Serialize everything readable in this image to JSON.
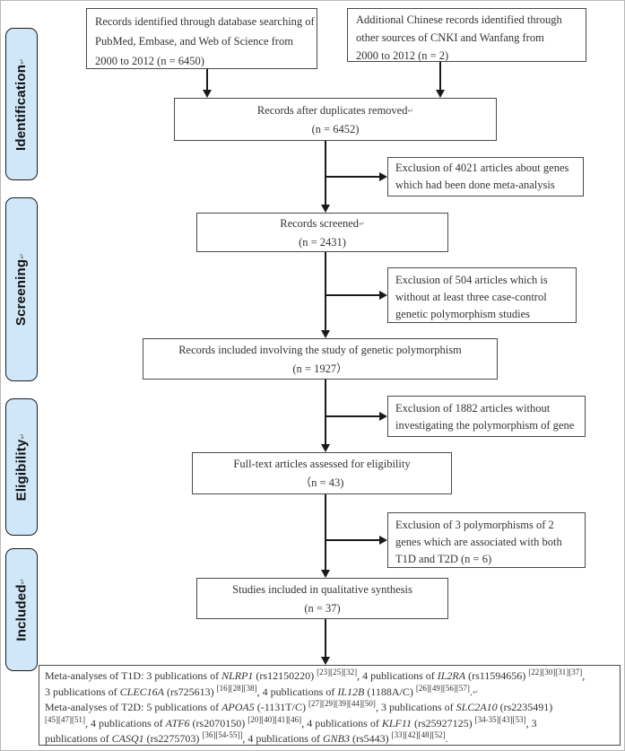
{
  "colors": {
    "stage_fill": "#cfe7f8",
    "stage_border": "#1c1c1c",
    "box_border": "#4a4a4a",
    "arrow": "#1a1a1a",
    "text": "#333333",
    "background": "#ffffff"
  },
  "return_mark": "↵",
  "stages": [
    {
      "label": "Identification"
    },
    {
      "label": "Screening"
    },
    {
      "label": "Eligibility"
    },
    {
      "label": "Included"
    }
  ],
  "boxes": {
    "db_search": {
      "lines": [
        "Records identified through database searching of",
        "PubMed, Embase, and Web of Science from",
        "2000 to 2012 (n = 6450)"
      ]
    },
    "chinese_records": {
      "lines": [
        "Additional Chinese records identified through",
        "other sources of CNKI and Wanfang from",
        "2000 to 2012 (n = 2)"
      ]
    },
    "duplicates_removed": {
      "lines": [
        "Records after duplicates removed",
        "(n = 6452)"
      ]
    },
    "exclusion_meta_analysis": {
      "lines": [
        "Exclusion of 4021 articles about genes",
        "which had been done meta-analysis"
      ]
    },
    "screened": {
      "lines": [
        "Records screened",
        "(n = 2431)"
      ]
    },
    "exclusion_case_control": {
      "lines": [
        "Exclusion of 504 articles which is",
        "without at least three case-control",
        "genetic polymorphism studies"
      ]
    },
    "polymorphism_included": {
      "lines": [
        "Records included involving the study of genetic polymorphism",
        "(n = 1927）"
      ]
    },
    "exclusion_no_polymorphism": {
      "lines": [
        "Exclusion of 1882 articles without",
        "investigating the polymorphism of gene"
      ]
    },
    "fulltext": {
      "lines": [
        "Full-text articles assessed for eligibility",
        "（n = 43)"
      ]
    },
    "exclusion_t1d_t2d": {
      "lines": [
        "Exclusion of 3 polymorphisms of 2",
        "genes which are associated with both",
        "T1D and T2D (n = 6)"
      ]
    },
    "qualitative_synthesis": {
      "lines": [
        "Studies included in qualitative synthesis",
        "(n = 37)"
      ]
    },
    "summary": {
      "rich_lines": [
        [
          {
            "t": "Meta-analyses of T1D: 3 publications of "
          },
          {
            "t": "NLRP1",
            "s": "i"
          },
          {
            "t": " (rs12150220) "
          },
          {
            "t": "[23][25][32]",
            "s": "sup"
          },
          {
            "t": ", 4 publications of "
          },
          {
            "t": "IL2RA",
            "s": "i"
          },
          {
            "t": " (rs11594656) "
          },
          {
            "t": "[22][30][31][37]",
            "s": "sup"
          },
          {
            "t": ","
          }
        ],
        [
          {
            "t": "3 publications of "
          },
          {
            "t": "CLEC16A",
            "s": "i"
          },
          {
            "t": " (rs725613) "
          },
          {
            "t": "[16][28][38]",
            "s": "sup"
          },
          {
            "t": ", 4 publications of "
          },
          {
            "t": "IL12B",
            "s": "i"
          },
          {
            "t": " (1188A/C) "
          },
          {
            "t": "[26][49][56][57]",
            "s": "sup"
          },
          {
            "t": "."
          },
          {
            "t": "↵",
            "s": "ret"
          }
        ],
        [
          {
            "t": "Meta-analyses of T2D: 5 publications of "
          },
          {
            "t": "APOA5",
            "s": "i"
          },
          {
            "t": " (-1131T/C) "
          },
          {
            "t": "[27][29][39][44][50]",
            "s": "sup"
          },
          {
            "t": ", 3 publications of "
          },
          {
            "t": "SLC2A10",
            "s": "i"
          },
          {
            "t": " (rs2235491)"
          }
        ],
        [
          {
            "t": "[45][47][51]",
            "s": "sup"
          },
          {
            "t": ", 4 publications of "
          },
          {
            "t": "ATF6",
            "s": "i"
          },
          {
            "t": " (rs2070150) "
          },
          {
            "t": "[20][40][41][46]",
            "s": "sup"
          },
          {
            "t": ", 4 publications of "
          },
          {
            "t": "KLF11",
            "s": "i"
          },
          {
            "t": " (rs25927125) "
          },
          {
            "t": "[34-35][43][53]",
            "s": "sup"
          },
          {
            "t": ", 3"
          }
        ],
        [
          {
            "t": "publications of "
          },
          {
            "t": "CASQ1",
            "s": "i"
          },
          {
            "t": " (rs2275703) "
          },
          {
            "t": "[36][54-55]]",
            "s": "sup"
          },
          {
            "t": ", 4 publications of "
          },
          {
            "t": "GNB3",
            "s": "i"
          },
          {
            "t": " (rs5443) "
          },
          {
            "t": "[33][42][48][52]",
            "s": "sup"
          },
          {
            "t": "."
          }
        ]
      ]
    }
  }
}
